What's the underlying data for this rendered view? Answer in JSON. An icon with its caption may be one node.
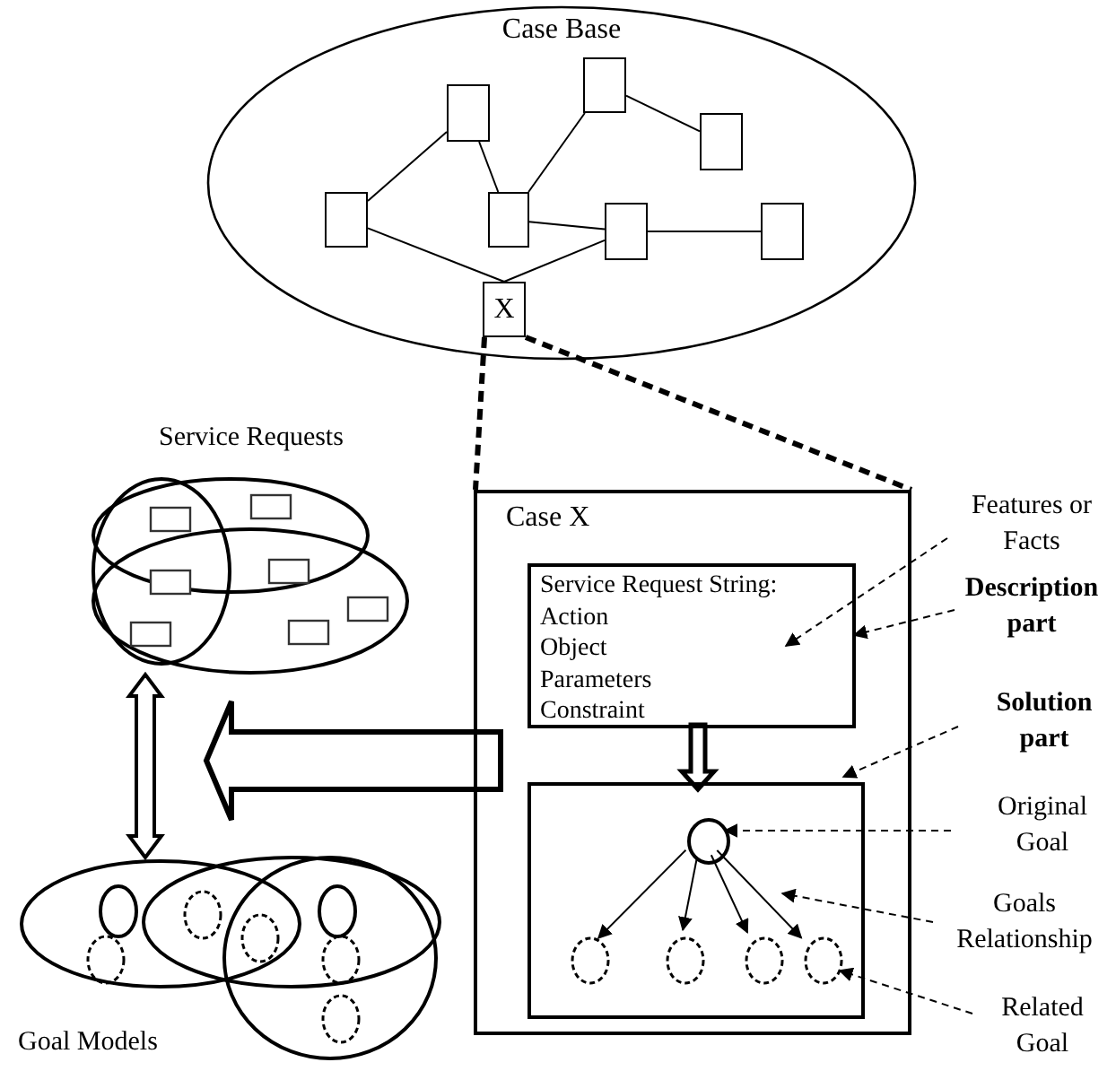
{
  "diagram": {
    "nodes": [
      {
        "text": [
          "Case Base"
        ]
      },
      {
        "text": [],
        "shape": "box",
        "in": 0
      },
      {
        "text": [],
        "shape": "box",
        "in": 0
      },
      {
        "text": [],
        "shape": "box",
        "in": 0
      },
      {
        "text": [],
        "shape": "box",
        "in": 0
      },
      {
        "text": [],
        "shape": "box",
        "in": 0
      },
      {
        "text": [],
        "shape": "box",
        "in": 0
      },
      {
        "text": [],
        "shape": "box",
        "in": 0
      },
      {
        "text": [
          "X"
        ],
        "in": 0
      },
      {
        "text": [
          "Service Requests"
        ]
      },
      {
        "text": [
          "Goal Models"
        ]
      },
      {
        "text": [
          "Case X"
        ]
      },
      {
        "text": [
          "Service Request String:",
          "Action",
          "Object",
          "Parameters",
          "Constraint"
        ],
        "in": 11
      },
      {
        "text": [],
        "shape": "box",
        "in": 11
      },
      {
        "text": [],
        "shape": "circle",
        "in": 13
      },
      {
        "text": [],
        "shape": "circle",
        "in": 13
      },
      {
        "text": [],
        "shape": "circle",
        "in": 13
      },
      {
        "text": [],
        "shape": "circle",
        "in": 13
      },
      {
        "text": [],
        "shape": "circle",
        "in": 13
      },
      {
        "text": [
          "Features or Facts"
        ]
      },
      {
        "text": [
          "Description part"
        ]
      },
      {
        "text": [
          "Solution part"
        ]
      },
      {
        "text": [
          "Original Goal"
        ]
      },
      {
        "text": [
          "Goals Relationship"
        ]
      },
      {
        "text": [
          "Related Goal"
        ]
      }
    ],
    "edges": [
      {
        "from": 1,
        "to": 4,
        "arrow": "none"
      },
      {
        "from": 1,
        "to": 5,
        "arrow": "none"
      },
      {
        "from": 5,
        "to": 2,
        "arrow": "none"
      },
      {
        "from": 2,
        "to": 3,
        "arrow": "none"
      },
      {
        "from": 5,
        "to": 6,
        "arrow": "none"
      },
      {
        "from": 6,
        "to": 7,
        "arrow": "none"
      },
      {
        "from": 4,
        "to": 8,
        "arrow": "none"
      },
      {
        "from": 6,
        "to": 8,
        "arrow": "none"
      },
      {
        "from": 8,
        "to": 11,
        "arrow": "none",
        "style": "dashed"
      },
      {
        "from": 8,
        "to": 11,
        "arrow": "none",
        "style": "dashed"
      },
      {
        "from": 12,
        "to": 13,
        "arrow": "to",
        "style": "thick"
      },
      {
        "from": 11,
        "to": null,
        "arrow": "to",
        "style": "thick"
      },
      {
        "from": 9,
        "to": 10,
        "arrow": "both",
        "style": "thick"
      },
      {
        "from": 14,
        "to": 15,
        "arrow": "to"
      },
      {
        "from": 14,
        "to": 16,
        "arrow": "to"
      },
      {
        "from": 14,
        "to": 17,
        "arrow": "to"
      },
      {
        "from": 14,
        "to": 18,
        "arrow": "to"
      },
      {
        "from": 19,
        "to": 12,
        "arrow": "to",
        "style": "dashed"
      },
      {
        "from": 20,
        "to": 12,
        "arrow": "to",
        "style": "dashed"
      },
      {
        "from": 21,
        "to": 13,
        "arrow": "to",
        "style": "dashed"
      },
      {
        "from": 22,
        "to": 14,
        "arrow": "to",
        "style": "dashed"
      },
      {
        "from": 23,
        "to": 13,
        "arrow": "to",
        "style": "dashed"
      },
      {
        "from": 24,
        "to": 18,
        "arrow": "to",
        "style": "dashed"
      }
    ]
  }
}
